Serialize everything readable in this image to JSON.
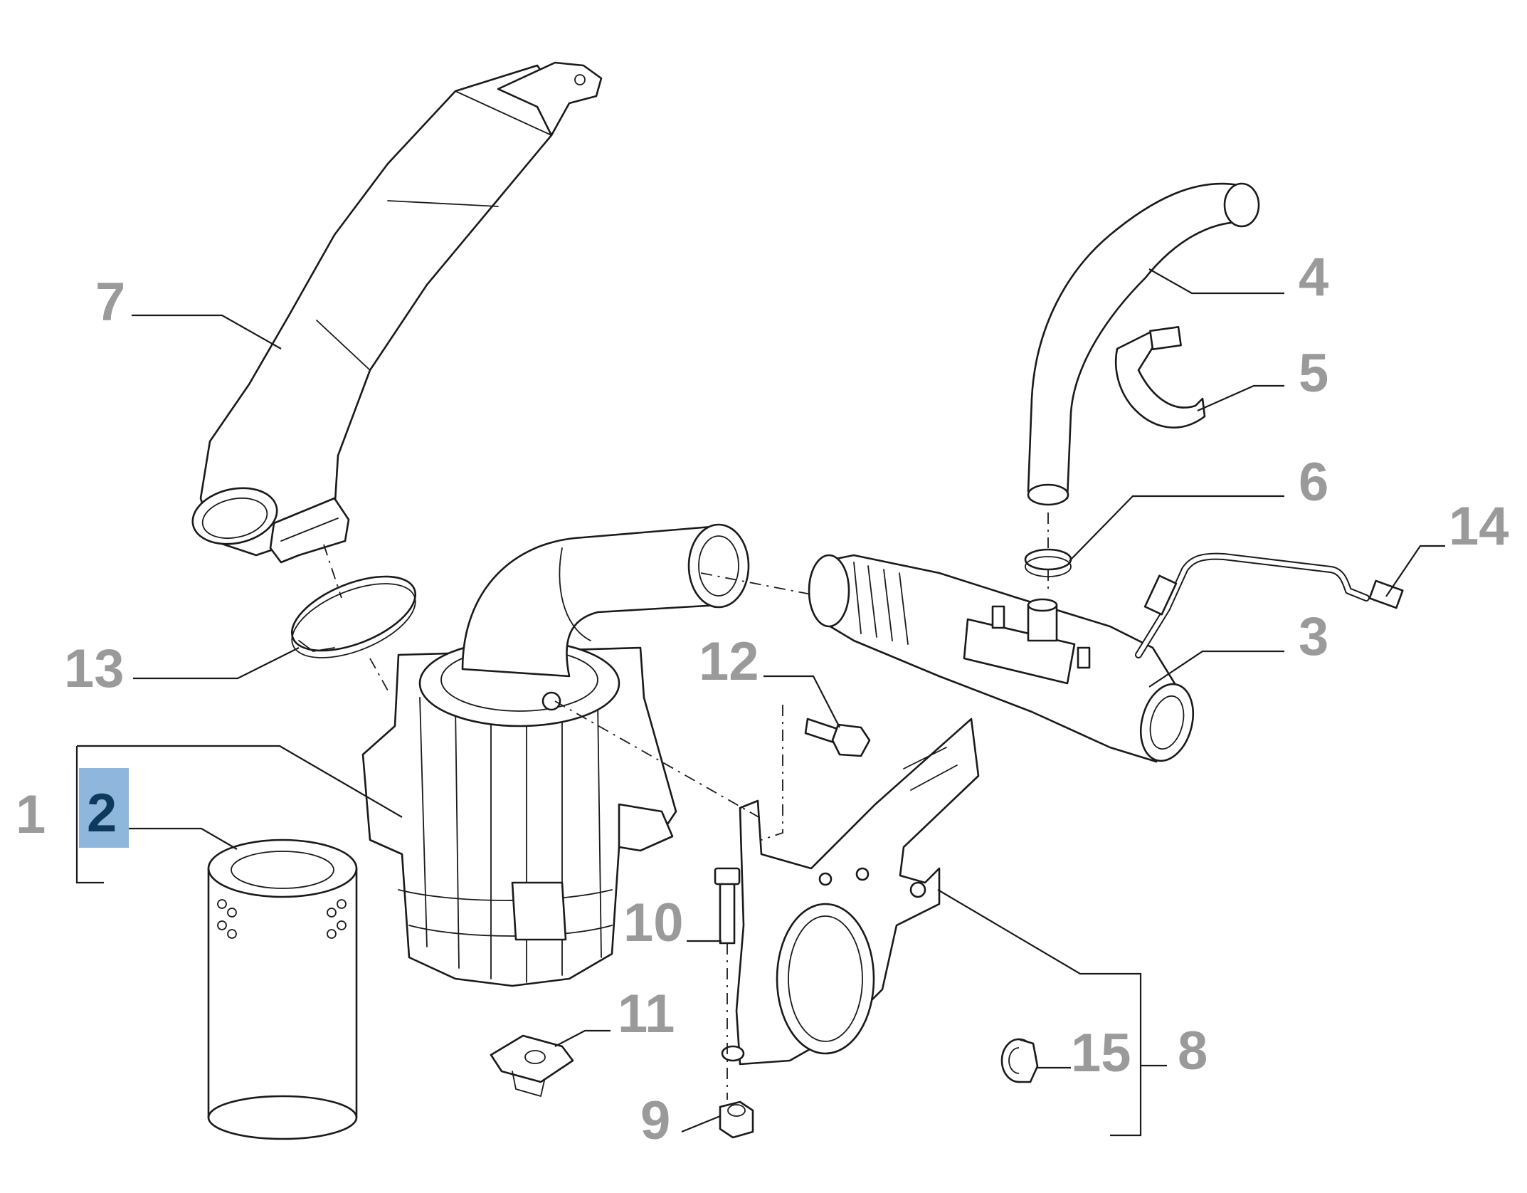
{
  "diagram": {
    "highlighted_callout": "2",
    "highlight_color": "#8fb6dc",
    "callout_color": "#9a9a9a",
    "active_callout_color": "#0d3a5c",
    "callouts": {
      "c1": "1",
      "c2": "2",
      "c3": "3",
      "c4": "4",
      "c5": "5",
      "c6": "6",
      "c7": "7",
      "c8": "8",
      "c9": "9",
      "c10": "10",
      "c11": "11",
      "c12": "12",
      "c13": "13",
      "c14": "14",
      "c15": "15"
    }
  }
}
